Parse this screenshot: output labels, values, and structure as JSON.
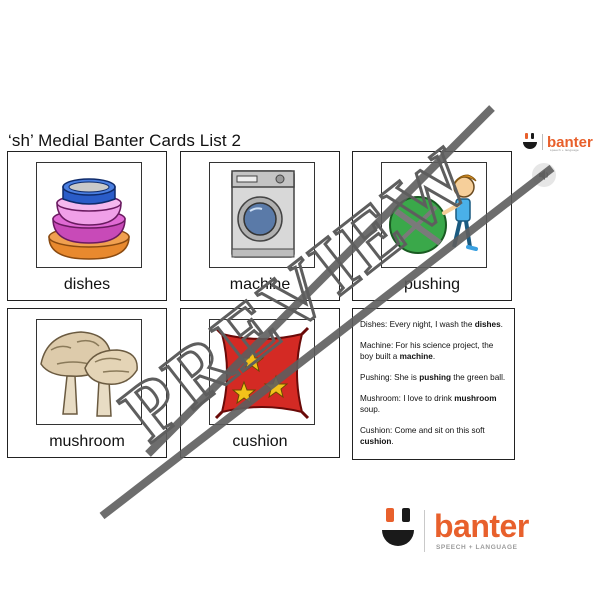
{
  "title": "‘sh’ Medial Banter Cards List 2",
  "brand": {
    "name": "banter",
    "tagline": "SPEECH + LANGUAGE",
    "small_tagline": "speech + language",
    "accent": "#e8602c",
    "dark": "#1a1a1a"
  },
  "watermark": "PREVIEW",
  "cards": [
    {
      "word": "dishes",
      "icon": "dishes-icon"
    },
    {
      "word": "machine",
      "icon": "washing-machine-icon"
    },
    {
      "word": "pushing",
      "icon": "pushing-ball-icon"
    },
    {
      "word": "mushroom",
      "icon": "mushroom-icon"
    },
    {
      "word": "cushion",
      "icon": "cushion-icon"
    }
  ],
  "sentences": [
    {
      "label": "Dishes:",
      "before": " Every night, I wash the ",
      "bold": "dishes",
      "after": "."
    },
    {
      "label": "Machine:",
      "before": " For his science project, the boy built a ",
      "bold": "machine",
      "after": "."
    },
    {
      "label": "Pushing:",
      "before": " She is ",
      "bold": "pushing",
      "after": " the green ball."
    },
    {
      "label": "Mushroom:",
      "before": " I love to drink ",
      "bold": "mushroom",
      "after": " soup."
    },
    {
      "label": "Cushion:",
      "before": " Come and sit on this soft ",
      "bold": "cushion",
      "after": "."
    }
  ]
}
